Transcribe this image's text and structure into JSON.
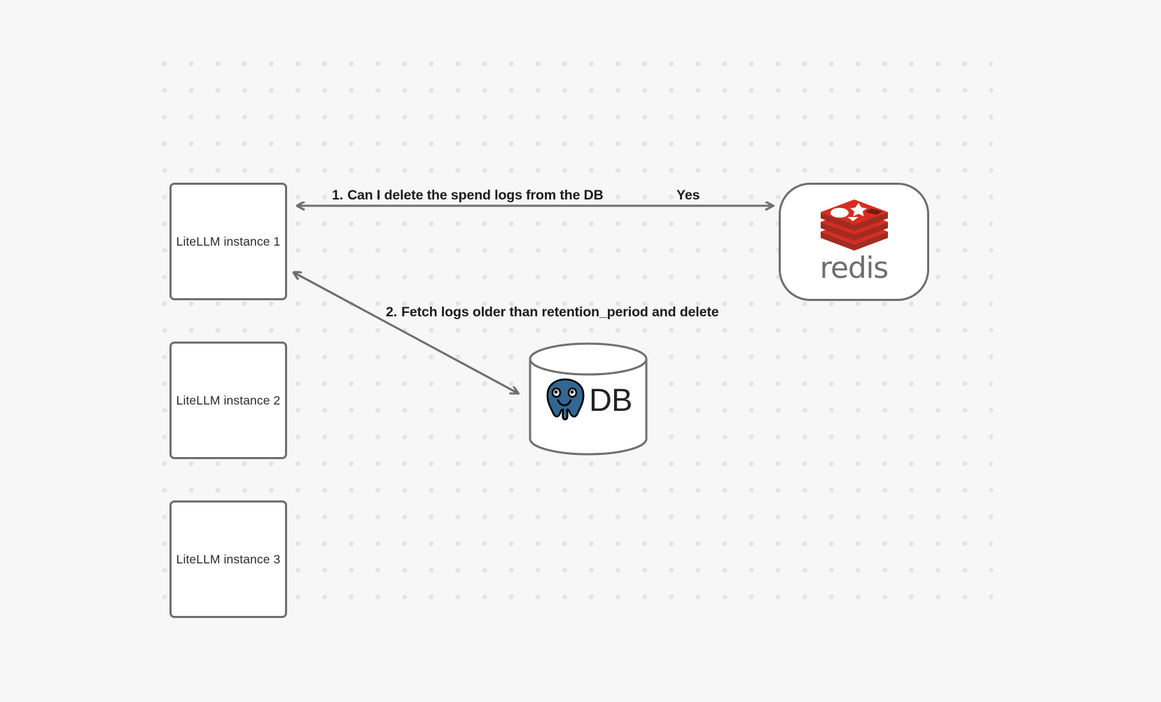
{
  "canvas": {
    "background_color": "#f7f7f7",
    "dot_color": "#e4e4e4"
  },
  "nodes": [
    {
      "id": "litellm-1",
      "label": "LiteLLM instance 1"
    },
    {
      "id": "litellm-2",
      "label": "LiteLLM instance 2"
    },
    {
      "id": "litellm-3",
      "label": "LiteLLM instance 3"
    },
    {
      "id": "redis",
      "label": "redis",
      "icon": "redis-logo-icon",
      "color": "#d82c20"
    },
    {
      "id": "database",
      "label": "DB",
      "icon": "postgresql-elephant-icon",
      "color": "#336791"
    }
  ],
  "edges": [
    {
      "id": "edge-1",
      "from": "litellm-1",
      "to": "redis",
      "number": "1.",
      "label": "Can I delete the spend logs from the DB",
      "reply_label": "Yes",
      "stroke_color": "#6f6f6f"
    },
    {
      "id": "edge-2",
      "from": "litellm-1",
      "to": "database",
      "number": "2.",
      "label": "Fetch logs older than retention_period and delete",
      "stroke_color": "#6f6f6f"
    }
  ]
}
